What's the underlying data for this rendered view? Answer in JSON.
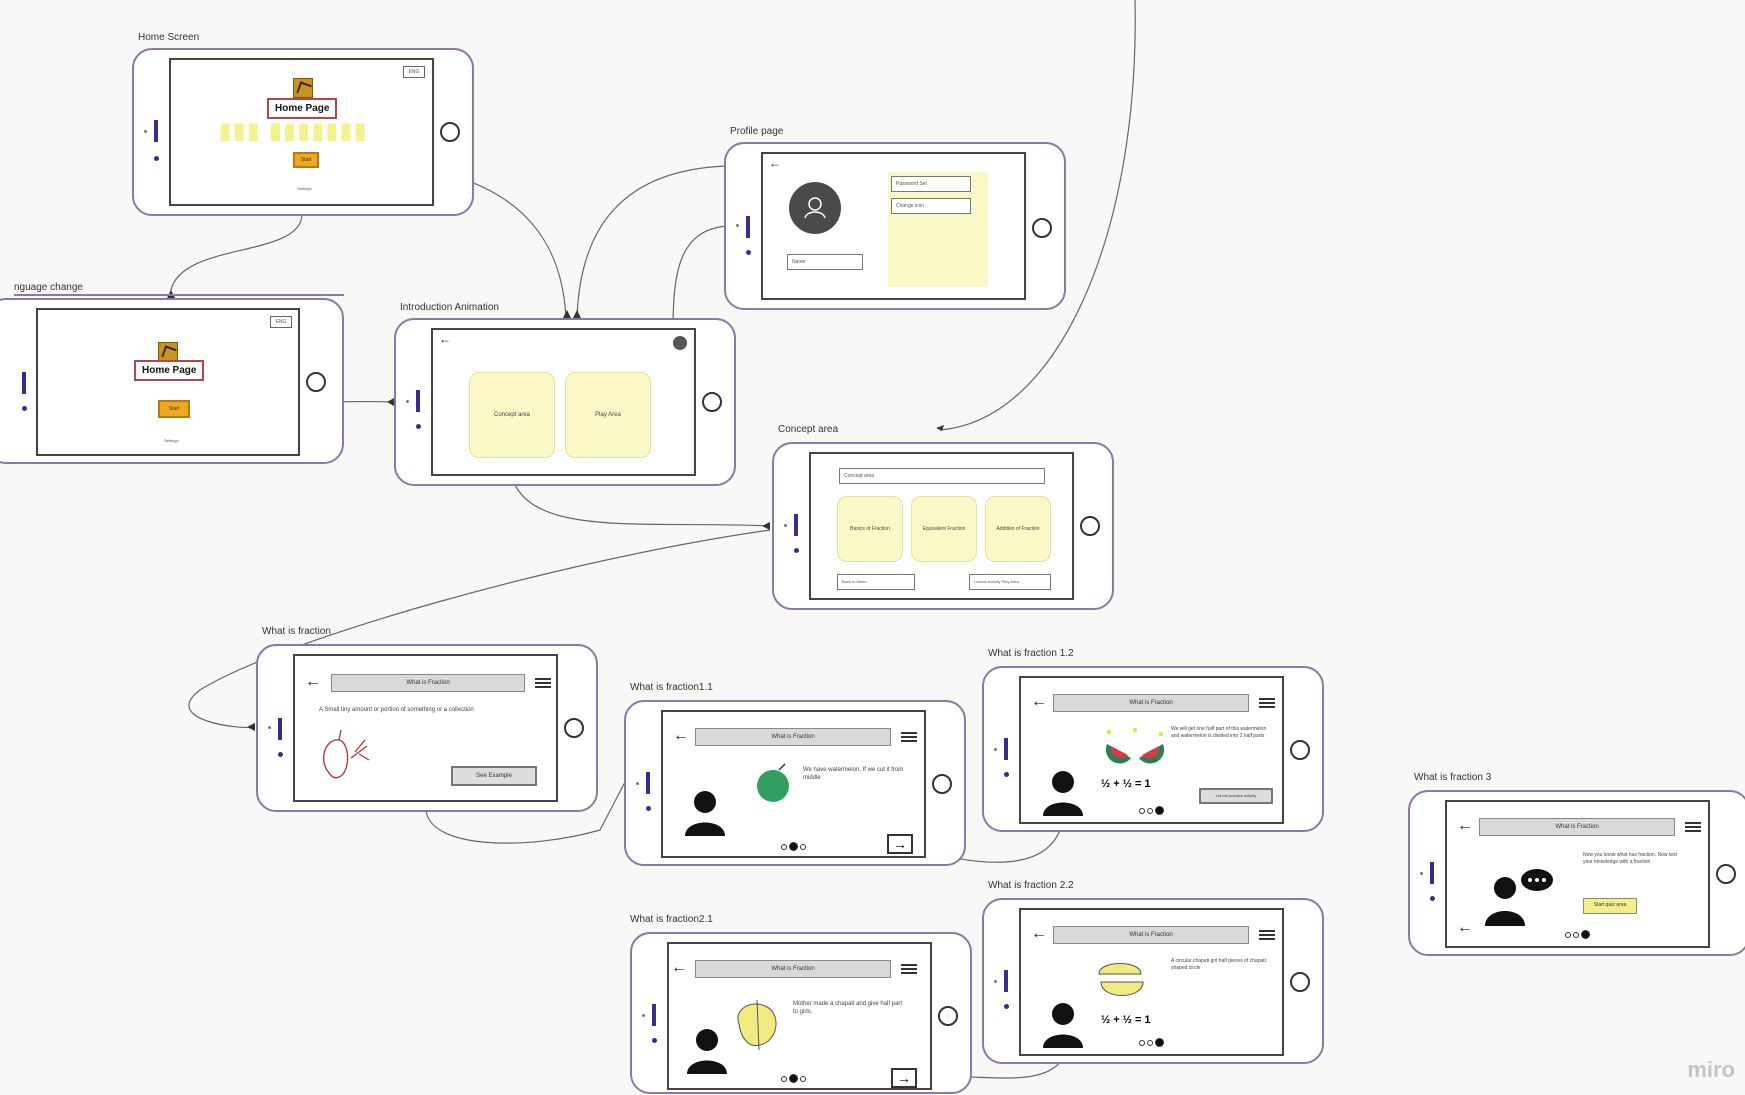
{
  "board": {
    "watermark": "miro"
  },
  "frames": {
    "home": {
      "label": "Home Screen",
      "lang_btn": "ENG",
      "title": "Home Page",
      "start": "Start",
      "footer": "Settings"
    },
    "lang": {
      "label": "nguage change",
      "lang_btn": "ENG",
      "title": "Home Page",
      "start": "Start",
      "footer": "Settings"
    },
    "profile": {
      "label": "Profile page",
      "field1": "Password Set",
      "field2": "Change icon",
      "name_field": "Name"
    },
    "intro": {
      "label": "Introduction Animation",
      "card1": "Concept area",
      "card2": "Play Area"
    },
    "concept": {
      "label": "Concept area",
      "search": "Concept area",
      "card1": "Basics of Fraction",
      "card2": "Equivalent Fraction",
      "card3": "Addition of Fraction",
      "btn_left": "Back to Menu",
      "btn_right": "Lesson Activity Play Area"
    },
    "wif": {
      "label": "What is fraction",
      "bar": "What is Fraction",
      "text": "A Small tiny amount or portion of something or a collection",
      "button": "See Example"
    },
    "wif11": {
      "label": "What is fraction1.1",
      "bar": "What is Fraction",
      "text": "We have watermelon. If we cut it from middle"
    },
    "wif12": {
      "label": "What is fraction 1.2",
      "bar": "What is Fraction",
      "text": "We will get one half part of this watermelon and watermelon is divided into 2 half parts",
      "button": "Let me practice activity"
    },
    "wif21": {
      "label": "What is fraction2.1",
      "bar": "What is Fraction",
      "text": "Mother made a chapati and give half part to girls."
    },
    "wif22": {
      "label": "What is fraction 2.2",
      "bar": "What is Fraction",
      "text": "A circular chapati got half pieces of chapati: shaped circle"
    },
    "wif3": {
      "label": "What is fraction 3",
      "bar": "What is Fraction",
      "text": "Now you know what has fraction. Now test your knowledge with a fraction",
      "button": "Start quiz area"
    }
  },
  "colors": {
    "phone_border": "#8a78a8",
    "indicator": "#3d2a8c",
    "card": "#fbf8c8",
    "start": "#f0a820"
  }
}
